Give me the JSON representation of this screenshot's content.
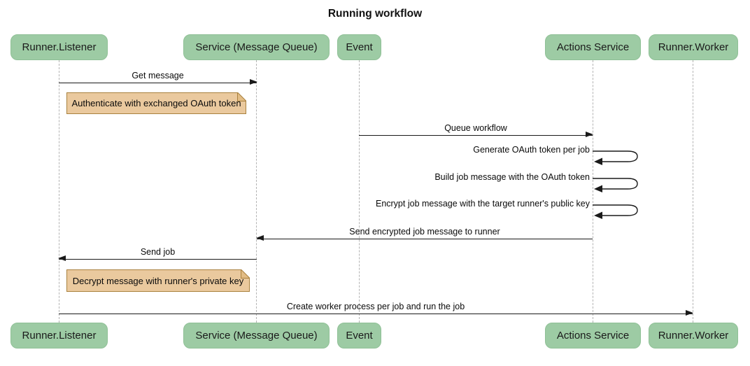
{
  "title": "Running workflow",
  "actors": [
    {
      "label": "Runner.Listener"
    },
    {
      "label": "Service (Message Queue)"
    },
    {
      "label": "Event"
    },
    {
      "label": "Actions Service"
    },
    {
      "label": "Runner.Worker"
    }
  ],
  "messages": [
    {
      "from": "Runner.Listener",
      "to": "Service (Message Queue)",
      "label": "Get message",
      "direction": "right"
    },
    {
      "from": "Event",
      "to": "Actions Service",
      "label": "Queue workflow",
      "direction": "right"
    },
    {
      "from": "Actions Service",
      "to": "Actions Service",
      "label": "Generate OAuth token per job",
      "direction": "self"
    },
    {
      "from": "Actions Service",
      "to": "Actions Service",
      "label": "Build job message with the OAuth token",
      "direction": "self"
    },
    {
      "from": "Actions Service",
      "to": "Actions Service",
      "label": "Encrypt job message with the target runner's public key",
      "direction": "self"
    },
    {
      "from": "Actions Service",
      "to": "Service (Message Queue)",
      "label": "Send encrypted job message to runner",
      "direction": "left"
    },
    {
      "from": "Service (Message Queue)",
      "to": "Runner.Listener",
      "label": "Send job",
      "direction": "left"
    },
    {
      "from": "Runner.Listener",
      "to": "Runner.Worker",
      "label": "Create worker process per job and run the job",
      "direction": "right"
    }
  ],
  "notes": [
    {
      "label": "Authenticate with exchanged OAuth token"
    },
    {
      "label": "Decrypt message with runner's private key"
    }
  ],
  "colors": {
    "actor_fill": "#9dcba4",
    "actor_border": "#8fc096",
    "note_fill": "#eac99e",
    "note_border": "#a9813e",
    "lifeline": "#b3b3b3",
    "arrow": "#1a1a1a",
    "background": "#ffffff",
    "text": "#000000"
  }
}
